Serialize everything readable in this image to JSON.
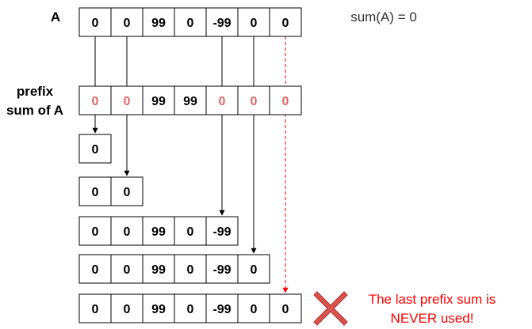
{
  "labels": {
    "array_name": "A",
    "prefix_line1": "prefix",
    "prefix_line2": "sum of A",
    "sum_note": "sum(A) = 0",
    "warning_line1": "The last prefix sum is",
    "warning_line2": "NEVER used!"
  },
  "colors": {
    "highlight": "#e06666",
    "warning": "#ff0000",
    "cross": "#d9534f",
    "border": "#000000"
  },
  "icons": {
    "warning": "cross-icon"
  },
  "array_a": [
    "0",
    "0",
    "99",
    "0",
    "-99",
    "0",
    "0"
  ],
  "prefix_sums": {
    "values": [
      "0",
      "0",
      "99",
      "99",
      "0",
      "0",
      "0"
    ],
    "highlighted": [
      true,
      true,
      false,
      false,
      true,
      true,
      true
    ]
  },
  "subarrays": [
    [
      "0"
    ],
    [
      "0",
      "0"
    ],
    [
      "0",
      "0",
      "99",
      "0",
      "-99"
    ],
    [
      "0",
      "0",
      "99",
      "0",
      "-99",
      "0"
    ],
    [
      "0",
      "0",
      "99",
      "0",
      "-99",
      "0",
      "0"
    ]
  ]
}
